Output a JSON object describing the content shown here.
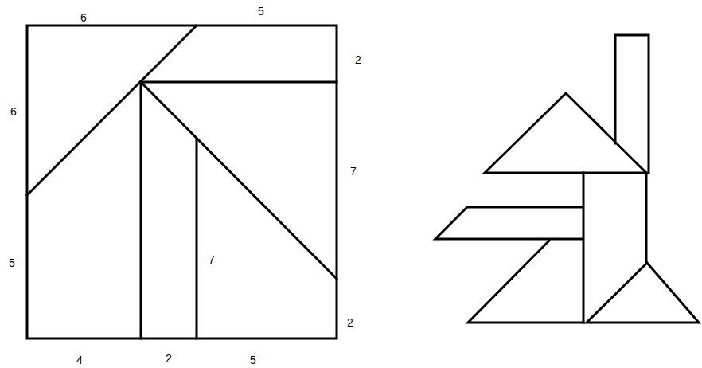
{
  "diagram": {
    "labels": [
      "6",
      "5",
      "2",
      "6",
      "7",
      "5",
      "7",
      "2",
      "4",
      "2",
      "5"
    ]
  }
}
